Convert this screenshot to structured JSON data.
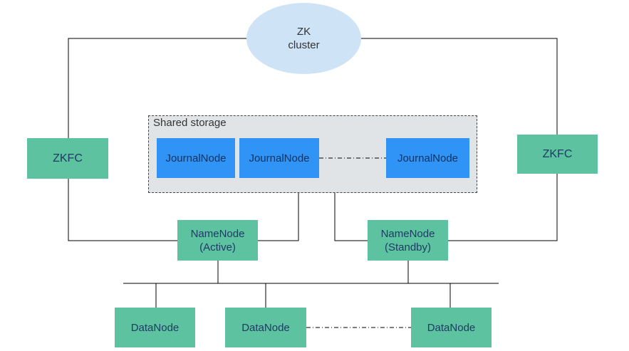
{
  "zk": {
    "label": "ZK\ncluster"
  },
  "shared_storage": {
    "label": "Shared storage"
  },
  "zkfc": {
    "left": "ZKFC",
    "right": "ZKFC"
  },
  "journal_nodes": [
    "JournalNode",
    "JournalNode",
    "JournalNode"
  ],
  "namenodes": {
    "active": "NameNode\n(Active)",
    "standby": "NameNode\n(Standby)"
  },
  "datanodes": [
    "DataNode",
    "DataNode",
    "DataNode"
  ],
  "colors": {
    "zk_fill": "#cfe3f7",
    "node_green": "#5cc29f",
    "journal_blue": "#2f94f5",
    "shared_bg": "#e1e4e6",
    "line": "#000000"
  }
}
